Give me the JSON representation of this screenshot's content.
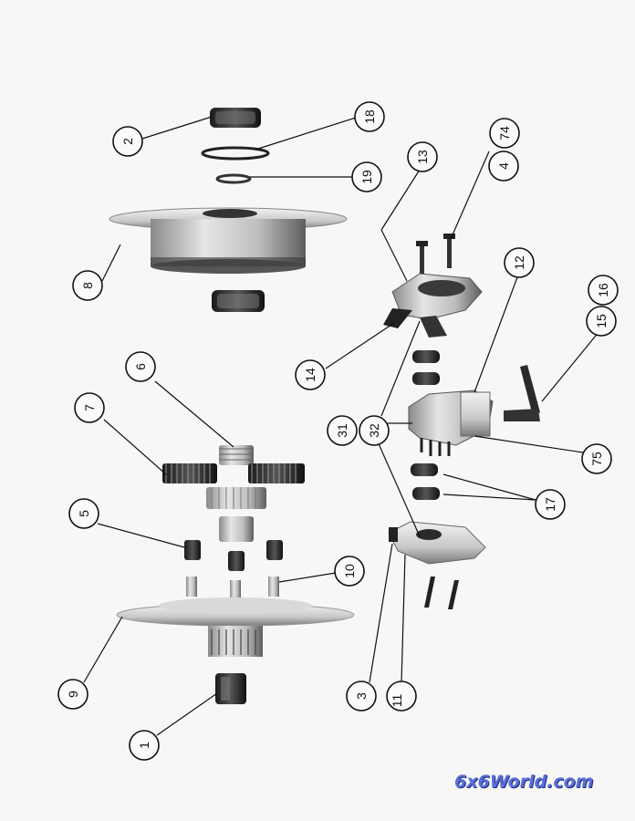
{
  "diagram": {
    "callouts": [
      "1",
      "2",
      "3",
      "4",
      "5",
      "6",
      "7",
      "8",
      "9",
      "10",
      "11",
      "12",
      "13",
      "14",
      "15",
      "16",
      "17",
      "18",
      "19",
      "31",
      "32",
      "74",
      "75"
    ]
  },
  "watermark": {
    "text": "6x6World.com"
  }
}
